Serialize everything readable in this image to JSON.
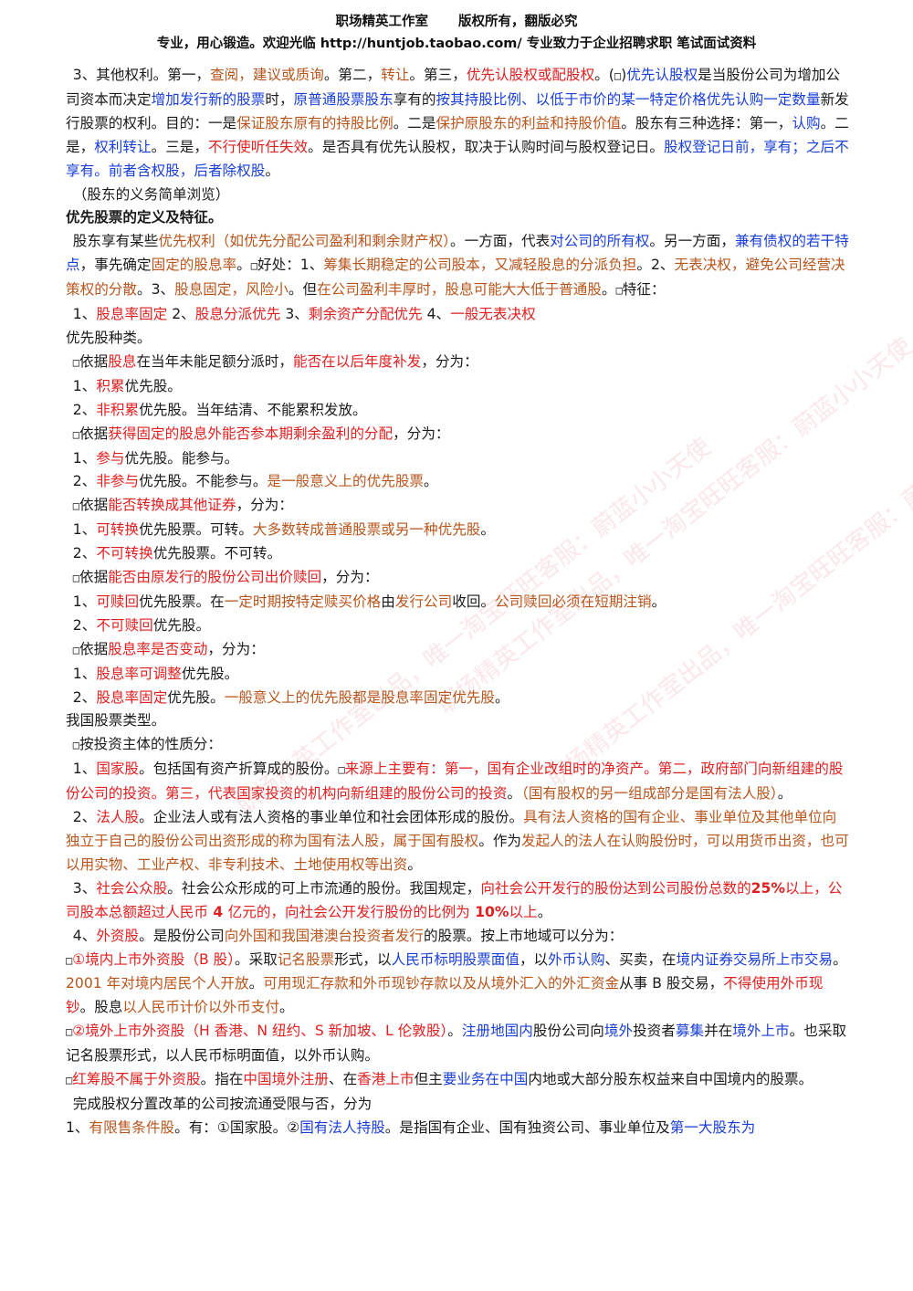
{
  "header": {
    "studio": "职场精英工作室",
    "rights": "版权所有，翻版必究",
    "slogan": "专业，用心锻造。欢迎光临 http://huntjob.taobao.com/ 专业致力于企业招聘求职 笔试面试资料"
  },
  "watermark": {
    "lines": [
      "职场精英工作室出品，唯一淘宝旺旺客服：蔚蓝小小天使",
      "职场精英工作室出品，唯一淘宝旺旺客服：蔚蓝小小天使",
      "职场精英工作室出品，唯一淘宝旺旺客服：蔚蓝小小天使"
    ]
  },
  "doc": {
    "para1": [
      {
        "t": "3、其他权利。第一，"
      },
      {
        "t": "查阅，建议或质询",
        "c": "o"
      },
      {
        "t": "。第二，"
      },
      {
        "t": "转让",
        "c": "o"
      },
      {
        "t": "。第三，"
      },
      {
        "t": "优先认股权或配股权",
        "c": "r"
      },
      {
        "t": "。("
      },
      {
        "t": "□",
        "sq": true
      },
      {
        "t": ")"
      },
      {
        "t": "优先认股权",
        "c": "u"
      },
      {
        "t": "是当股份公司为增加公司资本而决定"
      },
      {
        "t": "增加发行新的股票",
        "c": "u"
      },
      {
        "t": "时，"
      },
      {
        "t": "原普通股票股东",
        "c": "u"
      },
      {
        "t": "享有的"
      },
      {
        "t": "按其持股比例、以低于市价的某一特定价格优先认购一定数量",
        "c": "u"
      },
      {
        "t": "新发行股票的权利。目的：一是"
      },
      {
        "t": "保证股东原有的持股比例",
        "c": "o"
      },
      {
        "t": "。二是"
      },
      {
        "t": "保护原股东的利益和持股价值",
        "c": "o"
      },
      {
        "t": "。股东有三种选择：第一，"
      },
      {
        "t": "认购",
        "c": "u"
      },
      {
        "t": "。二是，"
      },
      {
        "t": "权利转让",
        "c": "u"
      },
      {
        "t": "。三是，"
      },
      {
        "t": "不行使听任失效",
        "c": "r"
      },
      {
        "t": "。是否具有优先认股权，取决于认购时间与股权登记日。"
      },
      {
        "t": "股权登记日前，享有；之后不享有。前者含权股，后者除权股",
        "c": "u"
      },
      {
        "t": "。"
      }
    ],
    "para2": [
      {
        "t": "（股东的义务简单浏览）"
      }
    ],
    "heading1": [
      {
        "t": "优先股票的定义及特征。"
      }
    ],
    "para3": [
      {
        "t": "股东享有某些"
      },
      {
        "t": "优先权利（如优先分配公司盈利和剩余财产权）",
        "c": "o"
      },
      {
        "t": "。一方面，代表"
      },
      {
        "t": "对公司的所有权",
        "c": "u"
      },
      {
        "t": "。另一方面，"
      },
      {
        "t": "兼有债权的若干特点",
        "c": "u"
      },
      {
        "t": "，事先确定"
      },
      {
        "t": "固定的股息率",
        "c": "o"
      },
      {
        "t": "。"
      },
      {
        "t": "□",
        "sq": true
      },
      {
        "t": "好处：1、"
      },
      {
        "t": "筹集长期稳定的公司股本，又减轻股息的分派负担",
        "c": "o"
      },
      {
        "t": "。2、"
      },
      {
        "t": "无表决权，避免公司经营决策权的分散",
        "c": "o"
      },
      {
        "t": "。3、"
      },
      {
        "t": "股息固定，风险小",
        "c": "o"
      },
      {
        "t": "。但"
      },
      {
        "t": "在公司盈利丰厚时，股息可能大大低于普通股",
        "c": "o"
      },
      {
        "t": "。"
      },
      {
        "t": "□",
        "sq": true
      },
      {
        "t": "特征："
      }
    ],
    "features": [
      {
        "t": "1、"
      },
      {
        "t": "股息率固定",
        "c": "r"
      },
      {
        "t": "    2、"
      },
      {
        "t": "股息分派优先",
        "c": "r"
      },
      {
        "t": "    3、"
      },
      {
        "t": "剩余资产分配优先",
        "c": "r"
      },
      {
        "t": "    4、"
      },
      {
        "t": "一般无表决权",
        "c": "r"
      }
    ],
    "heading2": [
      {
        "t": "优先股种类。"
      }
    ],
    "cat1": [
      {
        "t": "□",
        "sq": true
      },
      {
        "t": "依据"
      },
      {
        "t": "股息",
        "c": "r"
      },
      {
        "t": "在当年未能足额分派时，"
      },
      {
        "t": "能否在以后年度补发",
        "c": "r"
      },
      {
        "t": "，分为："
      }
    ],
    "cat1a": [
      {
        "t": "1、"
      },
      {
        "t": "积累",
        "c": "r"
      },
      {
        "t": "优先股。"
      }
    ],
    "cat1b": [
      {
        "t": "2、"
      },
      {
        "t": "非积累",
        "c": "r"
      },
      {
        "t": "优先股。当年结清、不能累积发放。"
      }
    ],
    "cat2": [
      {
        "t": "□",
        "sq": true
      },
      {
        "t": "依据"
      },
      {
        "t": "获得固定的股息外能否参本期剩余盈利的分配",
        "c": "r"
      },
      {
        "t": "，分为："
      }
    ],
    "cat2a": [
      {
        "t": "1、"
      },
      {
        "t": "参与",
        "c": "r"
      },
      {
        "t": "优先股。能参与。"
      }
    ],
    "cat2b": [
      {
        "t": "2、"
      },
      {
        "t": "非参与",
        "c": "r"
      },
      {
        "t": "优先股。不能参与。"
      },
      {
        "t": "是一般意义上的优先股票",
        "c": "o"
      },
      {
        "t": "。"
      }
    ],
    "cat3": [
      {
        "t": "□",
        "sq": true
      },
      {
        "t": "依据"
      },
      {
        "t": "能否转换成其他证券",
        "c": "r"
      },
      {
        "t": "，分为："
      }
    ],
    "cat3a": [
      {
        "t": "1、"
      },
      {
        "t": "可转换",
        "c": "r"
      },
      {
        "t": "优先股票。可转。"
      },
      {
        "t": "大多数转成普通股票或另一种优先股",
        "c": "o"
      },
      {
        "t": "。"
      }
    ],
    "cat3b": [
      {
        "t": "2、"
      },
      {
        "t": "不可转换",
        "c": "r"
      },
      {
        "t": "优先股票。不可转。"
      }
    ],
    "cat4": [
      {
        "t": "□",
        "sq": true
      },
      {
        "t": "依据"
      },
      {
        "t": "能否由原发行的股份公司出价赎回",
        "c": "r"
      },
      {
        "t": "，分为："
      }
    ],
    "cat4a": [
      {
        "t": "1、"
      },
      {
        "t": "可赎回",
        "c": "r"
      },
      {
        "t": "优先股票。在"
      },
      {
        "t": "一定时期按特定赎买价格",
        "c": "o"
      },
      {
        "t": "由"
      },
      {
        "t": "发行公司",
        "c": "o"
      },
      {
        "t": "收回。"
      },
      {
        "t": "公司赎回必须在短期注销",
        "c": "o"
      },
      {
        "t": "。"
      }
    ],
    "cat4b": [
      {
        "t": "2、"
      },
      {
        "t": "不可赎回",
        "c": "r"
      },
      {
        "t": "优先股。"
      }
    ],
    "cat5": [
      {
        "t": "□",
        "sq": true
      },
      {
        "t": "依据"
      },
      {
        "t": "股息率是否变动",
        "c": "r"
      },
      {
        "t": "，分为："
      }
    ],
    "cat5a": [
      {
        "t": "1、"
      },
      {
        "t": "股息率可调整",
        "c": "r"
      },
      {
        "t": "优先股。"
      }
    ],
    "cat5b": [
      {
        "t": "2、"
      },
      {
        "t": "股息率固定",
        "c": "r"
      },
      {
        "t": "优先股。"
      },
      {
        "t": "一般意义上的优先股都是股息率固定优先股",
        "c": "o"
      },
      {
        "t": "。"
      }
    ],
    "heading3": [
      {
        "t": "我国股票类型。"
      }
    ],
    "byinv": [
      {
        "t": "□",
        "sq": true
      },
      {
        "t": "按投资主体的性质分："
      }
    ],
    "state": [
      {
        "t": "1、"
      },
      {
        "t": "国家股",
        "c": "r"
      },
      {
        "t": "。包括国有资产折算成的股份。"
      },
      {
        "t": "□",
        "sq": true
      },
      {
        "t": "来源上主要有：第一，国有企业改组时的净资产。第二，政府部门向新组建的股份公司的投资。第三，代表国家投资的机构向新组建的股份公司的投资",
        "c": "r"
      },
      {
        "t": "。"
      },
      {
        "t": "（国有股权的另一组成部分是国有法人股）",
        "c": "o"
      },
      {
        "t": "。"
      }
    ],
    "legal": [
      {
        "t": "2、"
      },
      {
        "t": "法人股",
        "c": "r"
      },
      {
        "t": "。企业法人或有法人资格的事业单位和社会团体形成的股份。"
      },
      {
        "t": "具有法人资格的国有企业、事业单位及其他单位向独立于自己的股份公司出资形成的称为国有法人股，属于国有股权",
        "c": "o"
      },
      {
        "t": "。作为"
      },
      {
        "t": "发起人的法人在认购股份时，可以用货币出资，也可以用实物、工业产权、非专利技术、土地使用权等出资",
        "c": "o"
      },
      {
        "t": "。"
      }
    ],
    "public": [
      {
        "t": "3、"
      },
      {
        "t": "社会公众股",
        "c": "r"
      },
      {
        "t": "。社会公众形成的可上市流通的股份。我国规定，"
      },
      {
        "t": "向社会公开发行的股份达到公司股份总数的",
        "c": "r"
      },
      {
        "t": "25%",
        "c": "r",
        "b": true
      },
      {
        "t": "以上，公司股本总额超过人民币",
        "c": "r"
      },
      {
        "t": " 4 ",
        "c": "r",
        "b": true
      },
      {
        "t": "亿元的，向社会公开发行股份的比例为",
        "c": "r"
      },
      {
        "t": " 10%",
        "c": "r",
        "b": true
      },
      {
        "t": "以上",
        "c": "r"
      },
      {
        "t": "。"
      }
    ],
    "foreign": [
      {
        "t": "4、"
      },
      {
        "t": "外资股",
        "c": "r"
      },
      {
        "t": "。是股份公司"
      },
      {
        "t": "向外国和我国港澳台投资者发行",
        "c": "o"
      },
      {
        "t": "的股票。按上市地域可以分为："
      }
    ],
    "bshare": [
      {
        "t": "□",
        "sq": true
      },
      {
        "t": "①境内上市外资股（B 股）",
        "c": "r"
      },
      {
        "t": "。采取"
      },
      {
        "t": "记名股票",
        "c": "o"
      },
      {
        "t": "形式，以"
      },
      {
        "t": "人民币标明股票面值",
        "c": "u"
      },
      {
        "t": "，以"
      },
      {
        "t": "外币认购",
        "c": "u"
      },
      {
        "t": "、买卖，在"
      },
      {
        "t": "境内证券交易所上市交易",
        "c": "u"
      },
      {
        "t": "。"
      },
      {
        "t": "2001 年对境内居民个人开放",
        "c": "o"
      },
      {
        "t": "。"
      },
      {
        "t": "可用现汇存款和外币现钞存款以及从境外汇入的外汇资金",
        "c": "o"
      },
      {
        "t": "从事 B 股交易，"
      },
      {
        "t": "不得使用外币现钞",
        "c": "r"
      },
      {
        "t": "。股息"
      },
      {
        "t": "以人民币计价以外币支付",
        "c": "o"
      },
      {
        "t": "。"
      }
    ],
    "hshare": [
      {
        "t": "□",
        "sq": true
      },
      {
        "t": "②境外上市外资股（H 香港、N 纽约、S 新加坡、L 伦敦股）",
        "c": "r"
      },
      {
        "t": "。"
      },
      {
        "t": "注册地国内",
        "c": "u"
      },
      {
        "t": "股份公司向"
      },
      {
        "t": "境外",
        "c": "u"
      },
      {
        "t": "投资者"
      },
      {
        "t": "募集",
        "c": "u"
      },
      {
        "t": "并在"
      },
      {
        "t": "境外上市",
        "c": "u"
      },
      {
        "t": "。也采取记名股票形式，以人民币标明面值，以外币认购。"
      }
    ],
    "redchip": [
      {
        "t": "□",
        "sq": true
      },
      {
        "t": "红筹股不属于外资股",
        "c": "r"
      },
      {
        "t": "。指在"
      },
      {
        "t": "中国境外注册",
        "c": "r"
      },
      {
        "t": "、在"
      },
      {
        "t": "香港上市",
        "c": "r"
      },
      {
        "t": "但主"
      },
      {
        "t": "要业务在中国",
        "c": "u"
      },
      {
        "t": "内地或大部分股东权益来自中国境内的股票。"
      }
    ],
    "reform": [
      {
        "t": "完成股权分置改革的公司按流通受限与否，分为"
      }
    ],
    "restricted": [
      {
        "t": "1、"
      },
      {
        "t": "有限售条件股",
        "c": "o"
      },
      {
        "t": "。有：①国家股。②"
      },
      {
        "t": "国有法人持股",
        "c": "u"
      },
      {
        "t": "。是指国有企业、国有独资公司、事业单位及"
      },
      {
        "t": "第一大股东为",
        "c": "u"
      }
    ]
  }
}
